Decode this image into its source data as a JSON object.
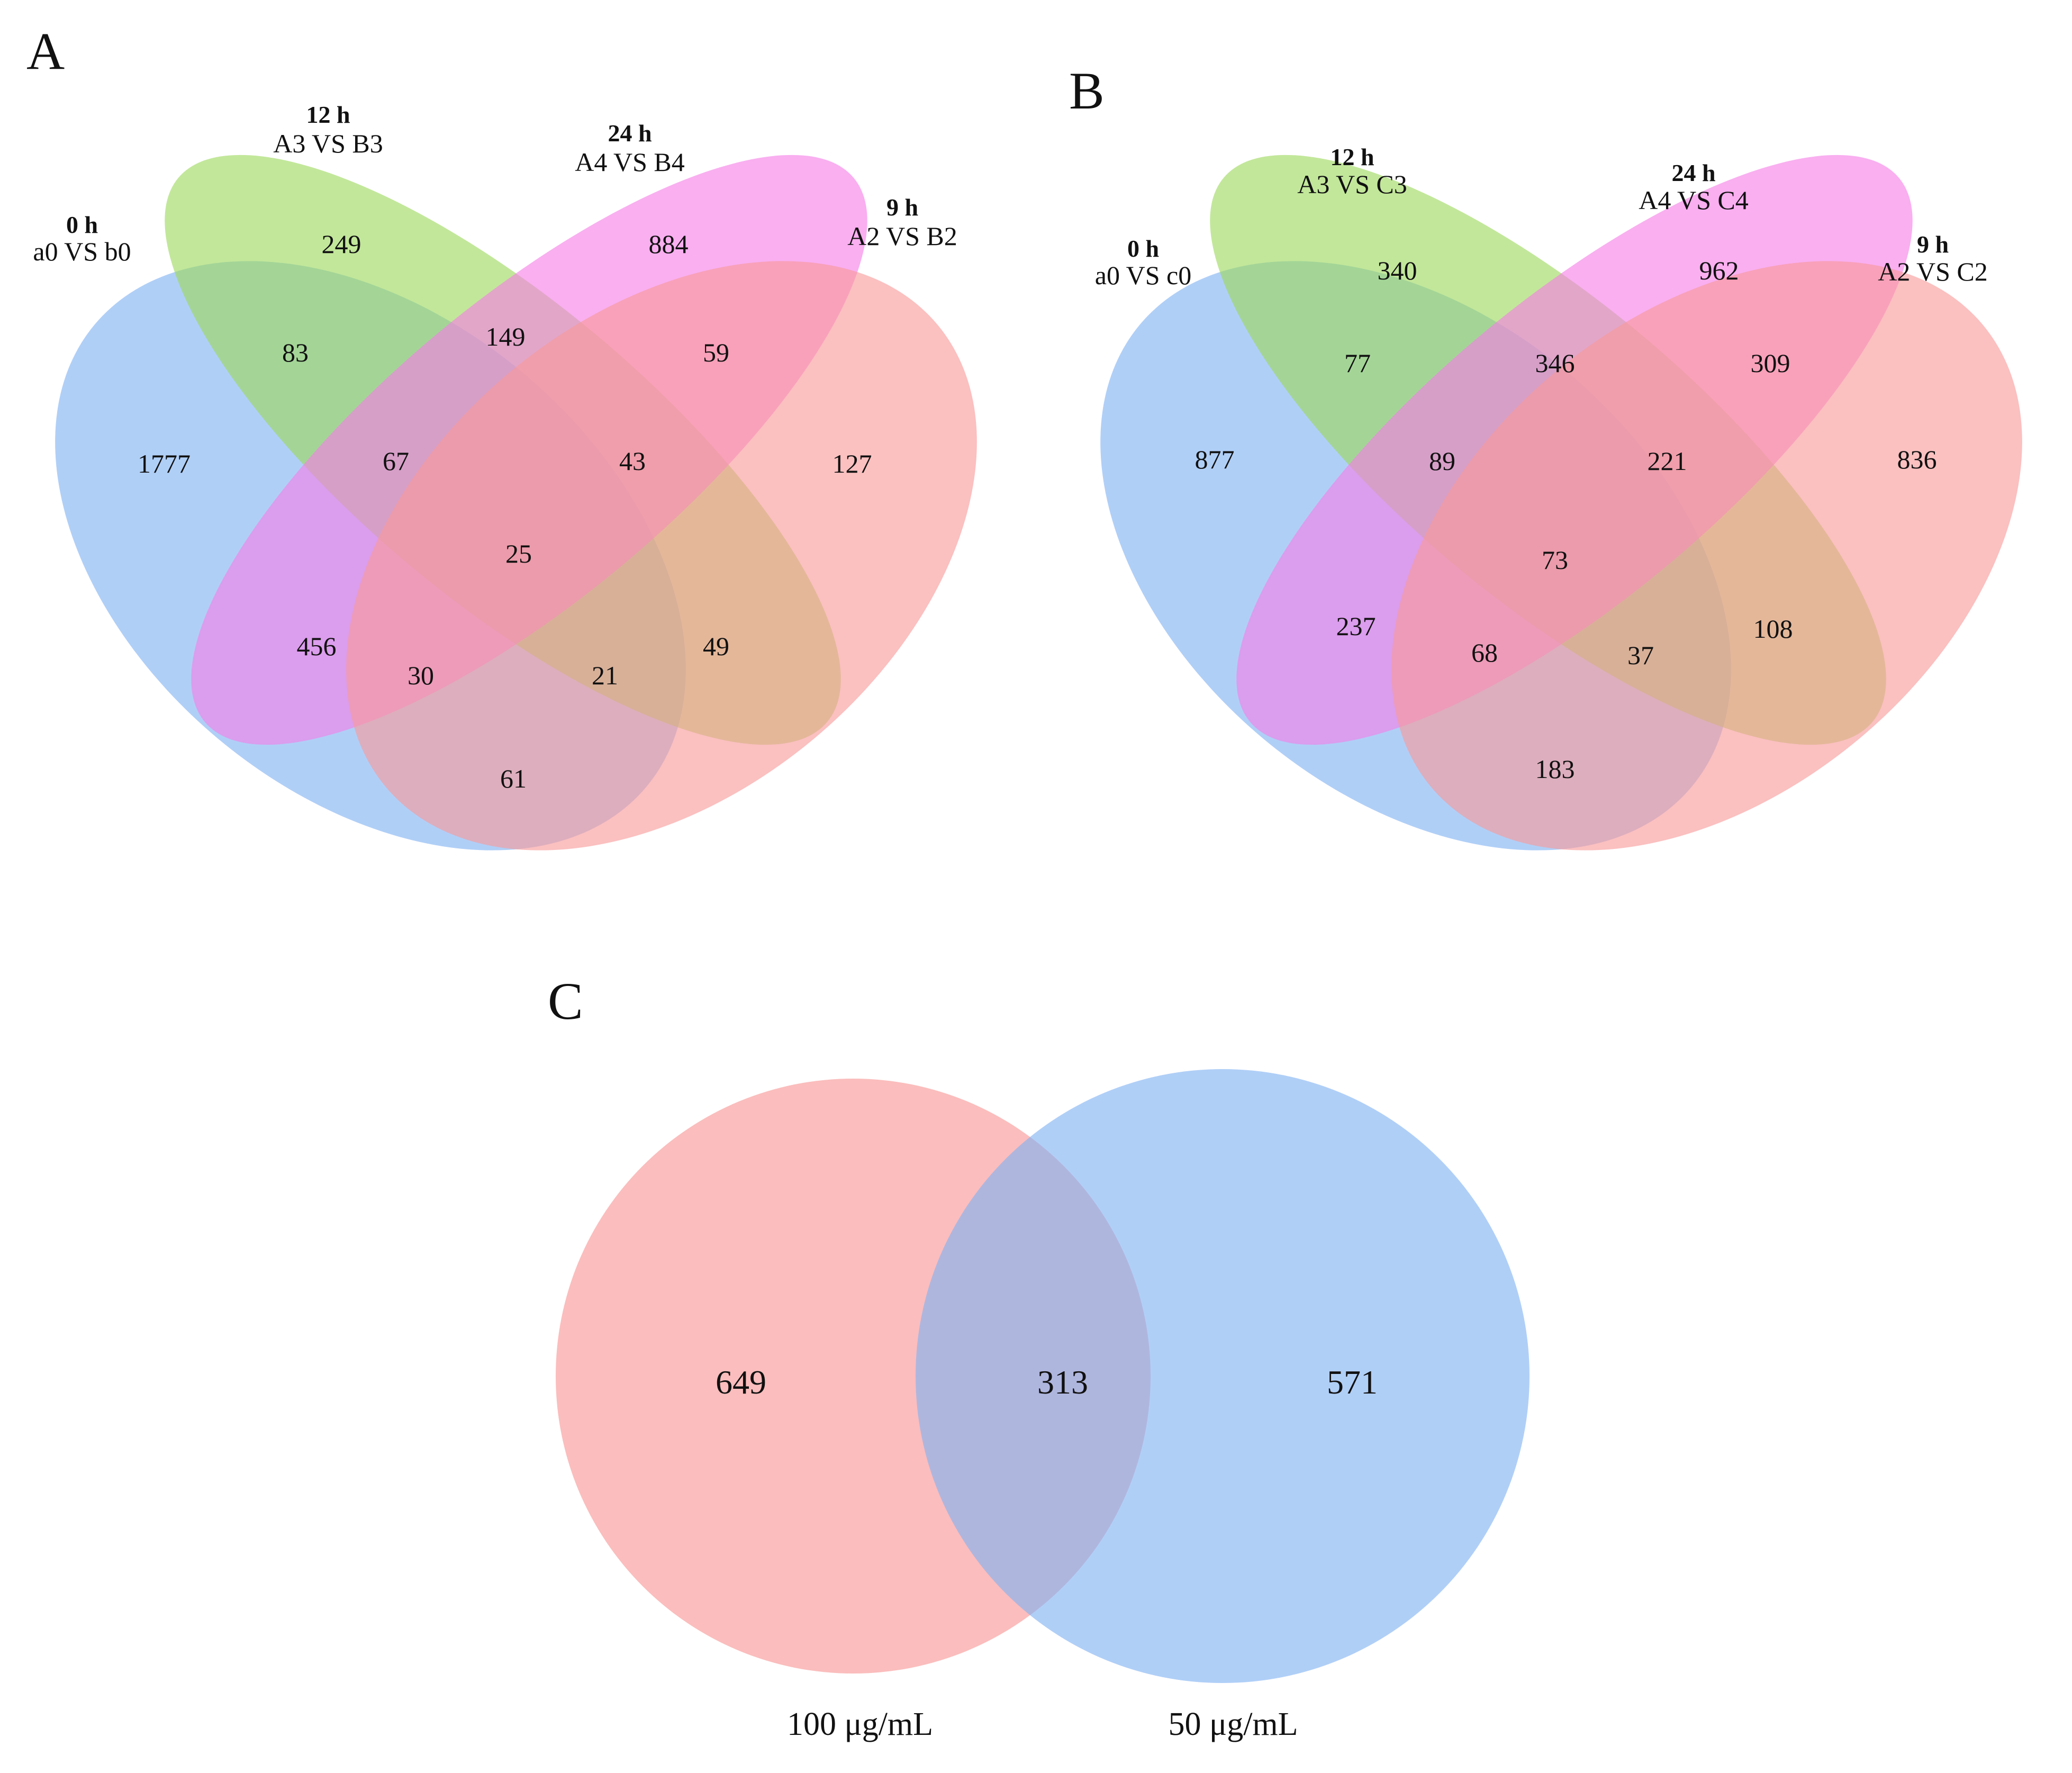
{
  "panels": {
    "A": {
      "letter": "A",
      "colors": [
        "#7fb1f2",
        "#9cd85c",
        "#f57ee6",
        "#f99a9a"
      ],
      "sets": [
        {
          "time": "0 h",
          "comparison": "a0 VS b0"
        },
        {
          "time": "12 h",
          "comparison": "A3 VS B3"
        },
        {
          "time": "24 h",
          "comparison": "A4 VS B4"
        },
        {
          "time": "9 h",
          "comparison": "A2 VS B2"
        }
      ],
      "regions": [
        {
          "members": [
            "0 h"
          ],
          "count": "1777"
        },
        {
          "members": [
            "12 h"
          ],
          "count": "249"
        },
        {
          "members": [
            "24 h"
          ],
          "count": "884"
        },
        {
          "members": [
            "9 h"
          ],
          "count": "127"
        },
        {
          "members": [
            "0 h",
            "12 h"
          ],
          "count": "83"
        },
        {
          "members": [
            "12 h",
            "24 h"
          ],
          "count": "149"
        },
        {
          "members": [
            "24 h",
            "9 h"
          ],
          "count": "59"
        },
        {
          "members": [
            "0 h",
            "12 h",
            "24 h"
          ],
          "count": "67"
        },
        {
          "members": [
            "12 h",
            "24 h",
            "9 h"
          ],
          "count": "43"
        },
        {
          "members": [
            "0 h",
            "12 h",
            "24 h",
            "9 h"
          ],
          "count": "25"
        },
        {
          "members": [
            "0 h",
            "24 h"
          ],
          "count": "456"
        },
        {
          "members": [
            "0 h",
            "24 h",
            "9 h"
          ],
          "count": "30"
        },
        {
          "members": [
            "0 h",
            "12 h",
            "9 h"
          ],
          "count": "21"
        },
        {
          "members": [
            "12 h",
            "9 h"
          ],
          "count": "49"
        },
        {
          "members": [
            "0 h",
            "9 h"
          ],
          "count": "61"
        }
      ]
    },
    "B": {
      "letter": "B",
      "colors": [
        "#7fb1f2",
        "#9cd85c",
        "#f57ee6",
        "#f99a9a"
      ],
      "sets": [
        {
          "time": "0 h",
          "comparison": "a0 VS c0"
        },
        {
          "time": "12 h",
          "comparison": "A3 VS C3"
        },
        {
          "time": "24 h",
          "comparison": "A4 VS C4"
        },
        {
          "time": "9 h",
          "comparison": "A2 VS C2"
        }
      ],
      "regions": [
        {
          "members": [
            "0 h"
          ],
          "count": "877"
        },
        {
          "members": [
            "12 h"
          ],
          "count": "340"
        },
        {
          "members": [
            "24 h"
          ],
          "count": "962"
        },
        {
          "members": [
            "9 h"
          ],
          "count": "836"
        },
        {
          "members": [
            "0 h",
            "12 h"
          ],
          "count": "77"
        },
        {
          "members": [
            "12 h",
            "24 h"
          ],
          "count": "346"
        },
        {
          "members": [
            "24 h",
            "9 h"
          ],
          "count": "309"
        },
        {
          "members": [
            "0 h",
            "12 h",
            "24 h"
          ],
          "count": "89"
        },
        {
          "members": [
            "12 h",
            "24 h",
            "9 h"
          ],
          "count": "221"
        },
        {
          "members": [
            "0 h",
            "12 h",
            "24 h",
            "9 h"
          ],
          "count": "73"
        },
        {
          "members": [
            "0 h",
            "24 h"
          ],
          "count": "237"
        },
        {
          "members": [
            "0 h",
            "24 h",
            "9 h"
          ],
          "count": "68"
        },
        {
          "members": [
            "0 h",
            "12 h",
            "9 h"
          ],
          "count": "37"
        },
        {
          "members": [
            "12 h",
            "9 h"
          ],
          "count": "108"
        },
        {
          "members": [
            "0 h",
            "9 h"
          ],
          "count": "183"
        }
      ]
    },
    "C": {
      "letter": "C",
      "colors": [
        "#f99a9a",
        "#7fb1f2"
      ],
      "sets": [
        {
          "label": "100 μg/mL"
        },
        {
          "label": "50 μg/mL"
        }
      ],
      "regions": [
        {
          "members": [
            "100 μg/mL"
          ],
          "count": "649"
        },
        {
          "members": [
            "100 μg/mL",
            "50 μg/mL"
          ],
          "count": "313"
        },
        {
          "members": [
            "50 μg/mL"
          ],
          "count": "571"
        }
      ]
    }
  }
}
